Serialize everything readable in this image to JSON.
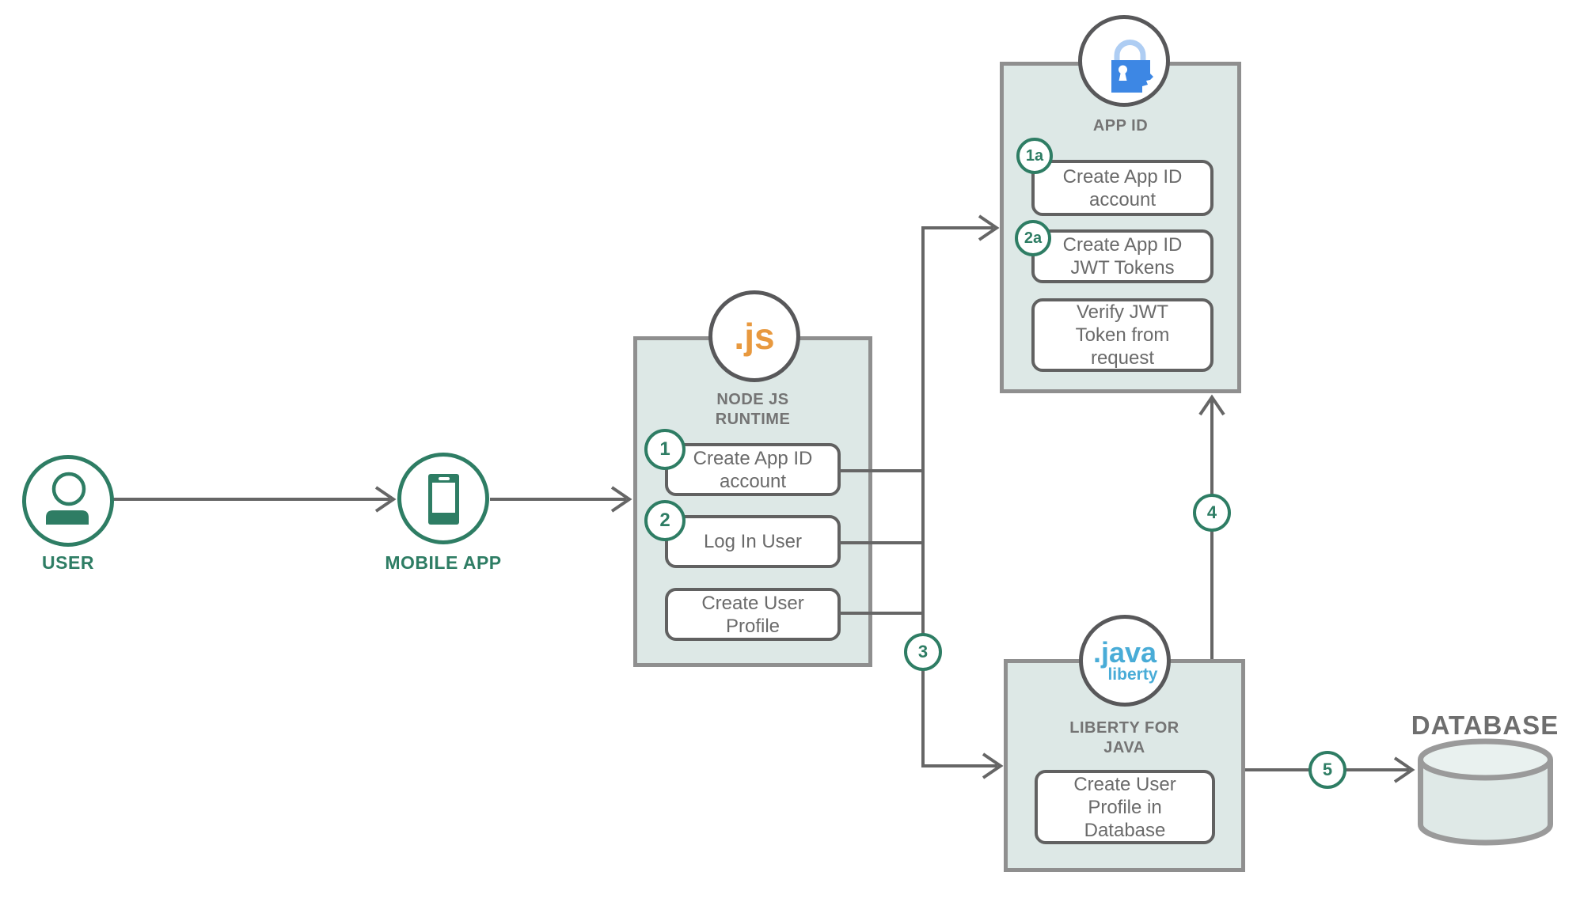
{
  "diagram": {
    "user": {
      "label": "USER"
    },
    "mobile": {
      "label": "MOBILE APP"
    },
    "node_runtime": {
      "icon_text": ".js",
      "title_line1": "NODE JS",
      "title_line2": "RUNTIME",
      "steps": [
        {
          "badge": "1",
          "label": "Create App ID account"
        },
        {
          "badge": "2",
          "label": "Log In User"
        },
        {
          "badge": "",
          "label": "Create User Profile"
        }
      ]
    },
    "app_id": {
      "title": "APP ID",
      "steps": [
        {
          "badge": "1a",
          "label": "Create App ID account"
        },
        {
          "badge": "2a",
          "label": "Create App ID JWT Tokens"
        },
        {
          "badge": "",
          "label": "Verify JWT Token from request"
        }
      ]
    },
    "liberty": {
      "icon_line1": ".java",
      "icon_line2": "liberty",
      "title_line1": "LIBERTY FOR",
      "title_line2": "JAVA",
      "steps": [
        {
          "badge": "",
          "label": "Create User Profile in Database"
        }
      ]
    },
    "database": {
      "label": "DATABASE"
    },
    "flow_badges": {
      "three": "3",
      "four": "4",
      "five": "5"
    },
    "colors": {
      "green": "#2E7D64",
      "line_gray": "#666666",
      "panel_fill": "#DDE8E6",
      "panel_border": "#8F8F8F",
      "rect_border": "#616161",
      "orange": "#E8993F",
      "appid_blue": "#3D87E4",
      "java_cyan": "#49ACD7"
    }
  }
}
